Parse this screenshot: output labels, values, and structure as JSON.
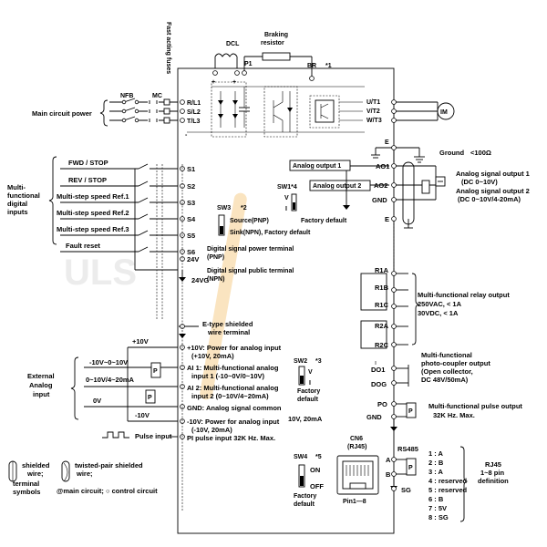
{
  "power": {
    "fuses": "Fast acting fuses",
    "dcl": "DCL",
    "braking_resistor_l1": "Braking",
    "braking_resistor_l2": "resistor",
    "p1": "P1",
    "br": "BR",
    "br_note": "*1",
    "nfb": "NFB",
    "mc": "MC",
    "main_circuit_power": "Main circuit power",
    "rl1": "R/L1",
    "sl2": "S/L2",
    "tl3": "T/L3",
    "ut1": "U/T1",
    "vt2": "V/T2",
    "wt3": "W/T3",
    "motor": "IM",
    "plus": "+",
    "minus": "-"
  },
  "ground": {
    "e_label": "E",
    "label": "Ground",
    "spec": "<100Ω"
  },
  "digital_inputs": {
    "group_label_l1": "Multi-",
    "group_label_l2": "functional",
    "group_label_l3": "digital",
    "group_label_l4": "inputs",
    "rows": [
      {
        "label": "FWD / STOP",
        "terminal": "S1"
      },
      {
        "label": "REV / STOP",
        "terminal": "S2"
      },
      {
        "label": "Multi-step speed Ref.1",
        "terminal": "S3"
      },
      {
        "label": "Multi-step speed Ref.2",
        "terminal": "S4"
      },
      {
        "label": "Multi-step speed Ref.3",
        "terminal": "S5"
      },
      {
        "label": "Fault reset",
        "terminal": "S6"
      }
    ],
    "t24v": "24V",
    "t24v_desc_l1": "Digital signal power terminal",
    "t24v_desc_l2": "(PNP)",
    "t24vg": "24VG",
    "t24vg_desc_l1": "Digital signal public terminal",
    "t24vg_desc_l2": "(NPN)"
  },
  "sw3": {
    "label": "SW3",
    "note": "*2",
    "source": "Source(PNP)",
    "sink": "Sink(NPN), Factory default"
  },
  "analog_out": {
    "box1": "Analog output 1",
    "box2": "Analog output 2",
    "sw1": "SW1*4",
    "sw1_v": "V",
    "sw1_i": "I",
    "factory": "Factory default",
    "ao1": "AO1",
    "ao2": "AO2",
    "gnd": "GND",
    "e_label": "E",
    "out1_l1": "Analog signal output 1",
    "out1_l2": "(DC 0~10V)",
    "out2_l1": "Analog signal output 2",
    "out2_l2": "(DC 0~10V/4-20mA)"
  },
  "relay": {
    "r1a": "R1A",
    "r1b": "R1B",
    "r1c": "R1C",
    "r2a": "R2A",
    "r2c": "R2C",
    "desc_l1": "Multi-functional relay output",
    "desc_l2": "250VAC, < 1A",
    "desc_l3": "30VDC, < 1A"
  },
  "analog_in": {
    "eshield_l1": "E-type shielded",
    "eshield_l2": "wire terminal",
    "p10v": "+10V",
    "p10v_desc_l1": "+10V: Power for analog input",
    "p10v_desc_l2": "(+10V, 20mA)",
    "range1": "-10V~0~10V",
    "ai1_desc_l1": "AI 1: Multi-functional analog",
    "ai1_desc_l2": "input 1 (-10~0V/0~10V)",
    "range2": "0~10V/4~20mA",
    "ai2_desc_l1": "AI 2: Multi-functional analog",
    "ai2_desc_l2": "input 2 (0~10V/4~20mA)",
    "zero_v": "0V",
    "gnd_desc": "GND: Analog signal common",
    "m10v": "-10V",
    "m10v_desc_l1": "-10V: Power for analog input",
    "m10v_desc_l2": "(-10V, 20mA)",
    "m10v_spec": "10V, 20mA",
    "pi_desc": "PI pulse input  32K Hz. Max.",
    "pulse_input": "Pulse input",
    "ext_l1": "External",
    "ext_l2": "Analog",
    "ext_l3": "input",
    "p_label": "P"
  },
  "sw2": {
    "label": "SW2",
    "note": "*3",
    "v": "V",
    "i": "I",
    "factory_l1": "Factory",
    "factory_l2": "default"
  },
  "photo": {
    "do1": "DO1",
    "dog": "DOG",
    "desc_l1": "Multi-functional",
    "desc_l2": "photo-coupler output",
    "desc_l3": "(Open collector,",
    "desc_l4": "DC 48V/50mA)"
  },
  "pulse_out": {
    "po": "PO",
    "gnd": "GND",
    "p_label": "P",
    "desc_l1": "Multi-functional pulse output",
    "desc_l2": "32K Hz. Max."
  },
  "comm": {
    "cn6_l1": "CN6",
    "cn6_l2": "(RJ45)",
    "pin_label": "Pin1—8",
    "sw4": "SW4",
    "sw4_note": "*5",
    "on": "ON",
    "off": "OFF",
    "factory_l1": "Factory",
    "factory_l2": "default",
    "rs485": "RS485",
    "a": "A",
    "b": "B",
    "sg": "SG",
    "p_label": "P",
    "rj45_l1": "RJ45",
    "rj45_l2": "1~8 pin",
    "rj45_l3": "definition",
    "pins": [
      "1 : A",
      "2 : B",
      "3 : A",
      "4 :  reserved",
      "5 :  reserved",
      "6 : B",
      "7 : 5V",
      "8 : SG"
    ]
  },
  "legend": {
    "shielded_l1": "shielded",
    "shielded_l2": "wire;",
    "twisted_l1": "twisted-pair shielded",
    "twisted_l2": "wire;",
    "terminal_l1": "terminal",
    "terminal_l2": "symbols",
    "circuits": "@main circuit; ○ control circuit"
  }
}
